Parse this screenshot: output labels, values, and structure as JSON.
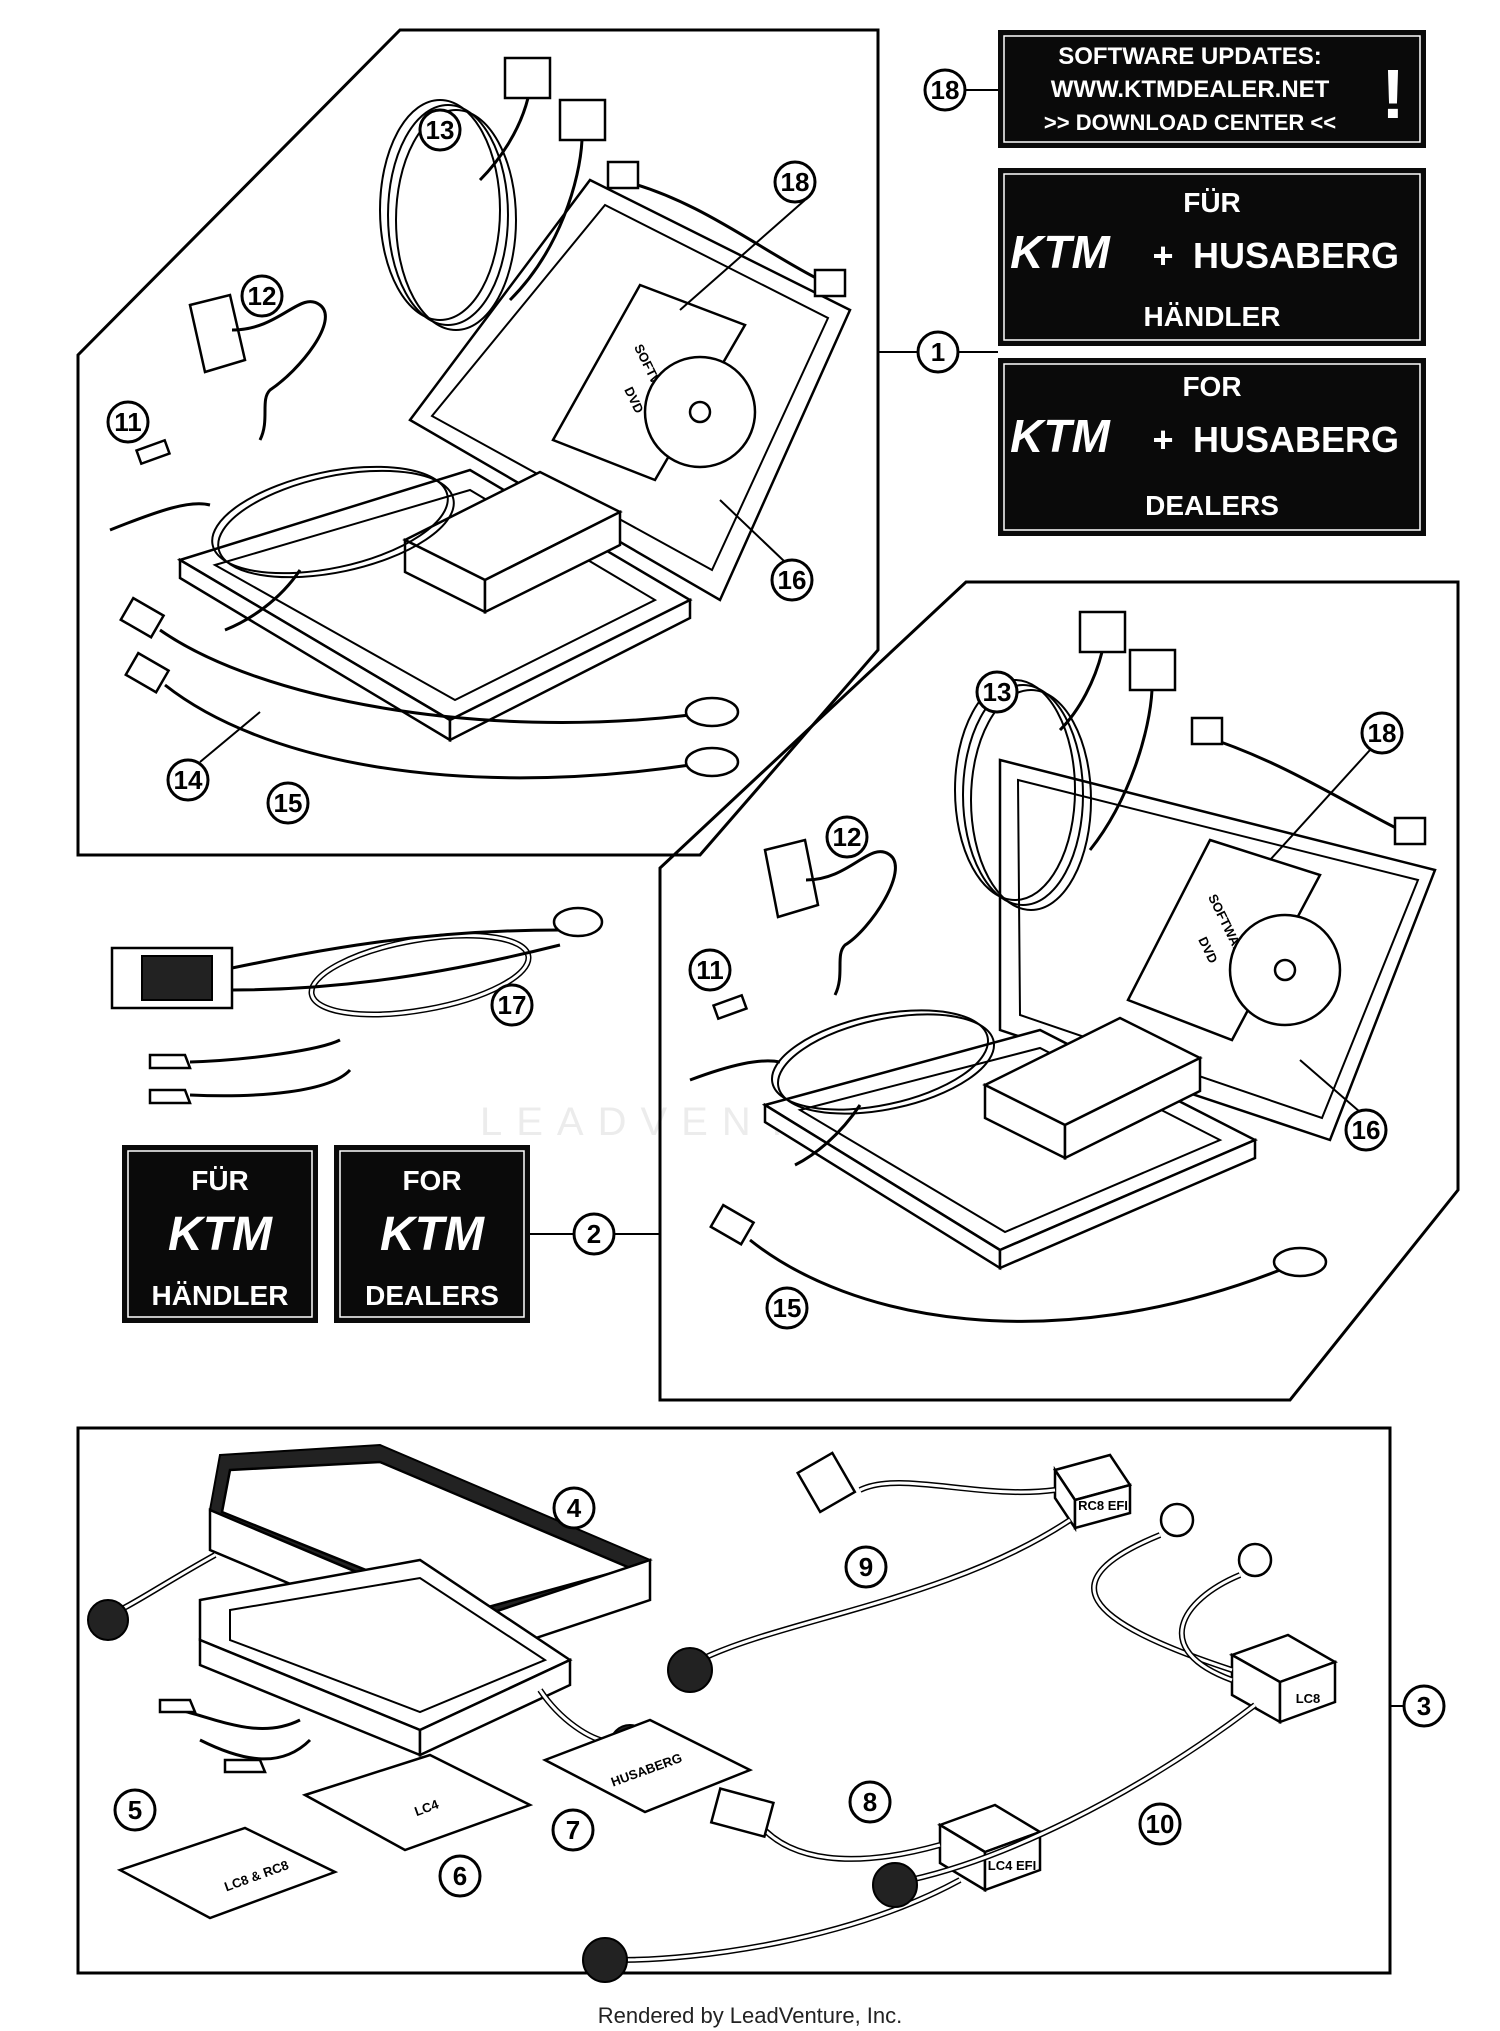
{
  "footer": "Rendered by LeadVenture, Inc.",
  "watermark": "LEADVENTURE",
  "software_label": {
    "line1": "SOFTWARE UPDATES:",
    "line2": "WWW.KTMDEALER.NET",
    "line3": ">> DOWNLOAD CENTER <<",
    "symbol": "!"
  },
  "label_de_ktm_husaberg": {
    "top": "FÜR",
    "brand1": "KTM",
    "plus": "+",
    "brand2": "HUSABERG",
    "bottom": "HÄNDLER"
  },
  "label_en_ktm_husaberg": {
    "top": "FOR",
    "brand1": "KTM",
    "plus": "+",
    "brand2": "HUSABERG",
    "bottom": "DEALERS"
  },
  "label_de_ktm": {
    "top": "FÜR",
    "brand": "KTM",
    "bottom": "HÄNDLER"
  },
  "label_en_ktm": {
    "top": "FOR",
    "brand": "KTM",
    "bottom": "DEALERS"
  },
  "dvd_text": {
    "line1": "SOFTWARE",
    "line2": "DVD"
  },
  "plates": {
    "p5": "LC8 & RC8",
    "p6": "LC4",
    "p7": "HUSABERG"
  },
  "box_labels": {
    "lc4efi": "LC4 EFI",
    "lc8": "LC8",
    "box9": "RC8 EFI"
  },
  "callouts": {
    "c1": "1",
    "c2": "2",
    "c3": "3",
    "c4": "4",
    "c5": "5",
    "c6": "6",
    "c7": "7",
    "c8": "8",
    "c9": "9",
    "c10": "10",
    "c11": "11",
    "c12": "12",
    "c13": "13",
    "c14": "14",
    "c15": "15",
    "c16": "16",
    "c17": "17",
    "c18": "18"
  }
}
